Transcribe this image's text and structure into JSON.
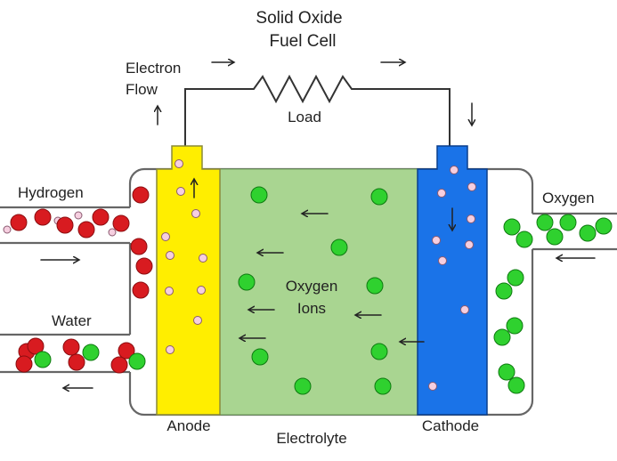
{
  "diagram": {
    "title_line1": "Solid Oxide",
    "title_line2": "Fuel Cell",
    "labels": {
      "electron_flow_line1": "Electron",
      "electron_flow_line2": "Flow",
      "load": "Load",
      "hydrogen": "Hydrogen",
      "water": "Water",
      "oxygen": "Oxygen",
      "oxygen_ions_line1": "Oxygen",
      "oxygen_ions_line2": "Ions",
      "anode": "Anode",
      "electrolyte": "Electrolyte",
      "cathode": "Cathode"
    },
    "colors": {
      "anode": "#ffee00",
      "electrolyte": "#a9d591",
      "cathode": "#1a73e8",
      "hydrogen_molecule": "#d81b20",
      "oxygen_molecule": "#2fd12f",
      "electron": "#f6cfe0"
    }
  }
}
